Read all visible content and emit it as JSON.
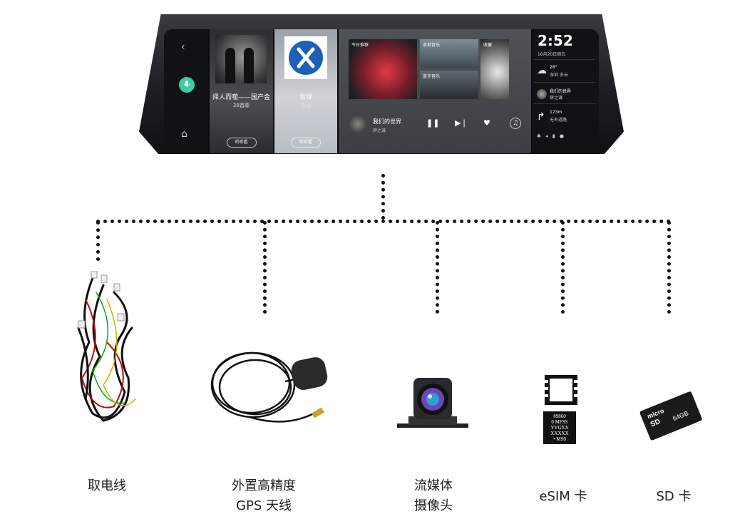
{
  "mirror": {
    "screen": {
      "back_glyph": "‹",
      "home_glyph": "⌂",
      "mic_glyph": "🎙",
      "card_a": {
        "title": "择人而噬——国产金",
        "subtitle": "28首歌",
        "button": "听听看"
      },
      "card_b": {
        "title": "雪球",
        "subtitle": "雪球",
        "button": "听听看"
      },
      "panel": {
        "tile_recommend": "今日推荐",
        "tile_local": "本地音乐",
        "tile_bluetooth": "蓝牙音乐",
        "tile_favorites": "收藏",
        "now_playing_title": "我们的世界",
        "now_playing_artist": "薛之谦"
      },
      "status": {
        "time": "2:52",
        "date": "10月20日周五",
        "weather_temp": "26°",
        "weather_city": "深圳 多云",
        "music_song": "我们的世界",
        "music_artist": "薛之谦",
        "nav_distance": "173m",
        "nav_road": "无名道路"
      }
    }
  },
  "accessories": [
    {
      "id": "power-cable",
      "label_lines": [
        "取电线"
      ]
    },
    {
      "id": "gps-antenna",
      "label_lines": [
        "外置高精度",
        "GPS 天线"
      ]
    },
    {
      "id": "streaming-camera",
      "label_lines": [
        "流媒体",
        "摄像头"
      ]
    },
    {
      "id": "esim-card",
      "label_lines": [
        "eSIM 卡"
      ],
      "chip_text": [
        "89860",
        "0 MFSS",
        "YYGXX",
        "XXXXX",
        "• MS0"
      ]
    },
    {
      "id": "sd-card",
      "label_lines": [
        "SD 卡"
      ],
      "card_text": [
        "micro",
        "SD",
        "64GB"
      ]
    }
  ]
}
